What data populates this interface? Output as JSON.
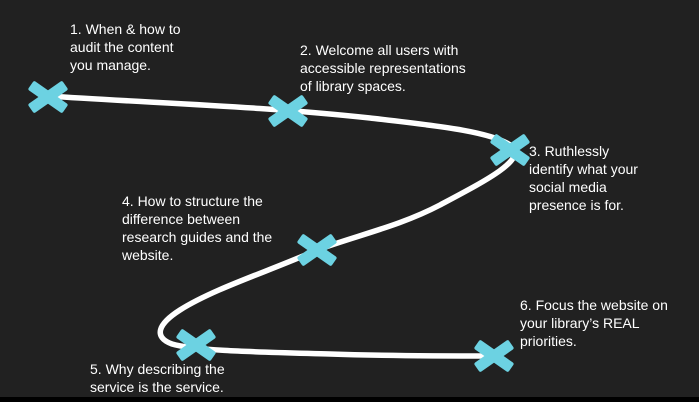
{
  "diagram": {
    "type": "winding-roadmap",
    "steps": [
      {
        "id": 1,
        "label": "1. When & how to\naudit the content\nyou manage."
      },
      {
        "id": 2,
        "label": "2. Welcome all users with\naccessible representations\nof library spaces."
      },
      {
        "id": 3,
        "label": "3. Ruthlessly\nidentify what your\nsocial media\npresence is for."
      },
      {
        "id": 4,
        "label": "4. How to structure the\ndifference between\nresearch guides and the\nwebsite."
      },
      {
        "id": 5,
        "label": "5. Why describing the\nservice is the service."
      },
      {
        "id": 6,
        "label": "6. Focus the website on\nyour library’s REAL\npriorities."
      }
    ]
  },
  "colors": {
    "background": "#212121",
    "path": "#ffffff",
    "marker": "#6cd2e2",
    "text": "#ffffff",
    "letterbox": "#000000"
  }
}
